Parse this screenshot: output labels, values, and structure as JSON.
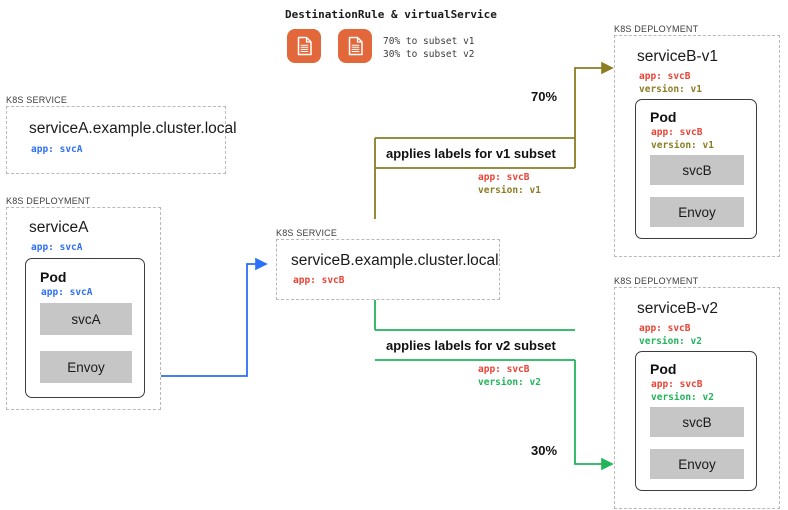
{
  "rule_header": {
    "title": "DestinationRule & virtualService",
    "weights": "70% to subset v1\n30% to subset v2",
    "icon_a": "document-icon",
    "icon_b": "document-icon",
    "icon_color": "#e2673a"
  },
  "service_a": {
    "kind_label": "K8S SERVICE",
    "name": "serviceA.example.cluster.local",
    "app_label": "app: svcA",
    "app_color": "#2d6ff7"
  },
  "deployment_a": {
    "kind_label": "K8S DEPLOYMENT",
    "name": "serviceA",
    "app_label": "app: svcA",
    "pod": {
      "title": "Pod",
      "app_label": "app: svcA",
      "containers": [
        "svcA",
        "Envoy"
      ]
    }
  },
  "service_b": {
    "kind_label": "K8S SERVICE",
    "name": "serviceB.example.cluster.local",
    "app_label": "app: svcB",
    "app_color": "#ea4335"
  },
  "subset_v1": {
    "caption": "applies labels for v1 subset",
    "app_label": "app: svcB",
    "version_label": "version: v1",
    "percent": "70%",
    "color": "#8a7d24"
  },
  "subset_v2": {
    "caption": "applies labels for v2 subset",
    "app_label": "app: svcB",
    "version_label": "version: v2",
    "percent": "30%",
    "color": "#21b45a"
  },
  "deployment_b_v1": {
    "kind_label": "K8S DEPLOYMENT",
    "name": "serviceB-v1",
    "app_label": "app: svcB",
    "version_label": "version: v1",
    "pod": {
      "title": "Pod",
      "app_label": "app: svcB",
      "version_label": "version: v1",
      "containers": [
        "svcB",
        "Envoy"
      ]
    }
  },
  "deployment_b_v2": {
    "kind_label": "K8S DEPLOYMENT",
    "name": "serviceB-v2",
    "app_label": "app: svcB",
    "version_label": "version: v2",
    "pod": {
      "title": "Pod",
      "app_label": "app: svcB",
      "version_label": "version: v2",
      "containers": [
        "svcB",
        "Envoy"
      ]
    }
  },
  "connectors": {
    "envoy_to_service_b_color": "#2d6ff7",
    "v1_color": "#8a7d24",
    "v2_color": "#21b45a"
  }
}
